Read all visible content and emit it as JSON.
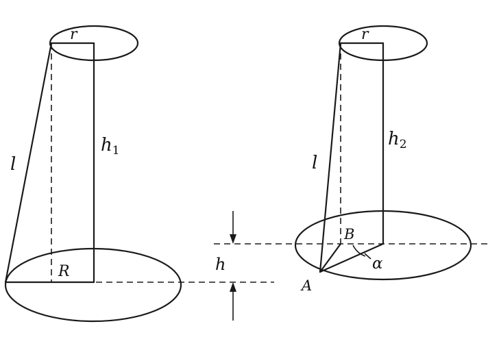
{
  "left_figure": {
    "top_radius": "r",
    "height": "h",
    "height_subscript": "1",
    "slant": "l",
    "base_radius": "R"
  },
  "right_figure": {
    "top_radius": "r",
    "height": "h",
    "height_subscript": "2",
    "slant": "l",
    "point_b": "B",
    "point_a": "A",
    "angle": "α"
  },
  "offset_label": "h"
}
